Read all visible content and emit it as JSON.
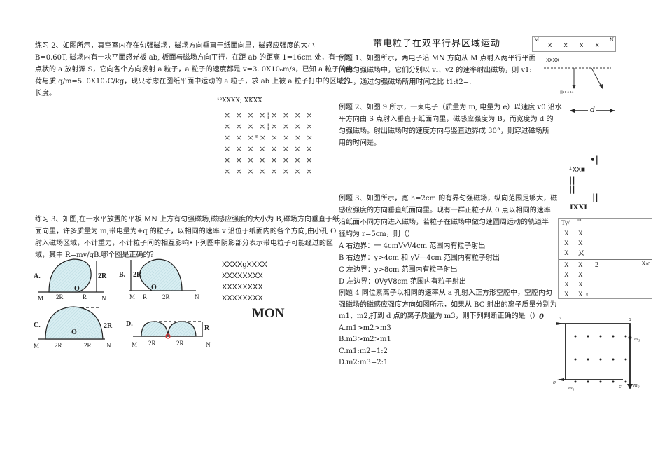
{
  "left": {
    "ex2": [
      "练习 2、如图所示，真空室内存在匀强磁场，磁场方向垂直于纸面向里，磁感应强度的大小",
      "B=0.60T, 磁场内有一块平面感光板 ab, 板面与磁场方向平行，在距 ab 的距离 1=16cm 处，有一个",
      "点状的 a 放射源 S，它向各个方向发射 a 粒子，a 粒子的速度都是 v=3. 0X10₆m/s，已知 a 粒子的电",
      "荷与质 q/m=5. 0X10₇C/kg，现只考虑在图纸平面中运动的 a 粒子，求 ab 上被 a 粒子打中的区域的",
      "长度。"
    ],
    "fig_label": "¹²XXXX; XKXX",
    "fig_rows": [
      "× × × ×¦× × × ×",
      "× × × ×¦× × × ×",
      "× × ×ˢ× × × × ×",
      "× × × × × × × ×",
      "× × × × × × × ×",
      "× × × × × × × ×"
    ],
    "ex3": [
      "练习 3、如图,在一水平放置的平板 MN 上方有匀强磁场,磁感应强度的大小为 B,磁场方向垂直于纸",
      "面向里，许多质量为 m,带电量为+q 的粒子，以相同的速率 v 沿位于纸面内的各个方向,由小孔 O",
      "射入磁场区域，不计重力，不计粒子间的相互影响•下列图中阴影部分表示带电粒子可能经过的区",
      "域，其中 R=mv/qB.哪个图是正确的？"
    ],
    "options": {
      "A": "A.",
      "B": "B.",
      "C": "C.",
      "D": "D.",
      "M": "M",
      "N": "N",
      "O": "O",
      "two_r": "2R",
      "r": "R"
    },
    "xblock": [
      "XXXXgXXXX",
      "XXXXXXXX",
      "XXXXXXXX",
      "XXXXXXXX"
    ],
    "mon": "MON"
  },
  "right": {
    "title": "带电粒子在双平行界区域运动",
    "ex1": [
      "例题 1、如图所示，两电子沿 MN 方向从 M 点射入两平行平面",
      "间的匀强磁场中，它们分别以 vl、v2 的速率射出磁场，则 v1:",
      "v2=，通过匀强磁场所用时间之比 t1:t2=."
    ],
    "ex2": [
      "例题 2、如图 9 所示，一束电子（质量为 m, 电量为 e）以速度 v0 沿水",
      "平方向由 S 点射入垂直于纸面向里，磁感应强度为 B，而宽度为 d 的",
      "匀强磁场。射出磁场时的速度方向与竖直边界成 30°，则穿过磁场所",
      "用的时间是。"
    ],
    "ex3": [
      "例题 3、如图所示，宽 h=2cm 的有界匀强磁场，纵向范围足够大，磁",
      "感应强度的方向垂直纸面向里。现有一群正粒子从 0 点以相同的速率",
      "沿纸面不同方向进入磁场，若粒子在磁场中做匀速圆周运动的轨道半",
      "径均为 r=5cm，则（）",
      "A 右边界：一 4cmVyV4cm 范围内有粒子射出",
      "B 右边界：y>4cm 和 yV—4cm 范围内有粒子射出",
      "C 左边界：y>8cm 范围内有粒子射出",
      "D 左边界：0VyV8cm 范围内有粒子射出"
    ],
    "ex4": [
      "例题 4 同位素离子以相同的速率从 a 孔射入正方形空腔中，空腔内匀",
      "强磁场的磁感应强度方向如图所示，如果从 BC 射出的离子质量分别为",
      "m1、m2,打到 d 点的离子质量为 m3，则下列判断正确的是（）",
      "A.m1>m2>m3",
      "B.m3>m2>m1",
      "C.m1:m2=1:2",
      "D.m2:m3=2:1"
    ],
    "fig1": {
      "m": "M",
      "n": "N",
      "x_row": "x      x      x      x",
      "xxxx": "XXXX",
      "caption": "图11-3-10"
    },
    "fig2": {
      "d": "d"
    },
    "fig3": {
      "top": "¹XX■",
      "bars": "||",
      "dot": "•|",
      "ixxi": "IXXI"
    },
    "fig4": {
      "ty": "Ty/",
      "id": "ID",
      "rows_top": [
        "X      X",
        "X      X",
        "X      乂"
      ],
      "rows_bot": [
        "X      X",
        "X      X",
        "X      X",
        "X      X  ▫"
      ],
      "two": "2",
      "xc": "X/c",
      "o": "0"
    },
    "fig5": {
      "a": "a",
      "b": "b",
      "c": "c",
      "d": "d",
      "m1": "m₁",
      "m2": "m₂",
      "m3": "m₃"
    }
  }
}
